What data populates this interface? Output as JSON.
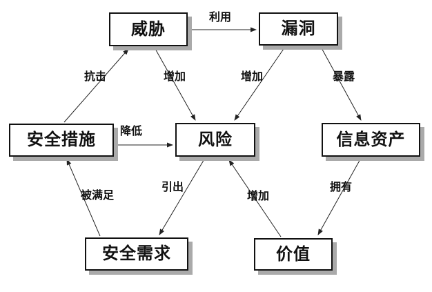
{
  "diagram": {
    "nodes": {
      "threat": {
        "label": "威胁"
      },
      "vulnerability": {
        "label": "漏洞"
      },
      "safeguard": {
        "label": "安全措施"
      },
      "risk": {
        "label": "风险"
      },
      "asset": {
        "label": "信息资产"
      },
      "requirement": {
        "label": "安全需求"
      },
      "value": {
        "label": "价值"
      }
    },
    "edges": {
      "exploit": {
        "label": "利用",
        "from": "威胁",
        "to": "漏洞"
      },
      "resist": {
        "label": "抗击",
        "from": "安全措施",
        "to": "威胁"
      },
      "increase_threat": {
        "label": "增加",
        "from": "威胁",
        "to": "风险"
      },
      "increase_vuln": {
        "label": "增加",
        "from": "漏洞",
        "to": "风险"
      },
      "expose": {
        "label": "暴露",
        "from": "漏洞",
        "to": "信息资产"
      },
      "reduce": {
        "label": "降低",
        "from": "安全措施",
        "to": "风险"
      },
      "satisfied": {
        "label": "被满足",
        "from": "安全需求",
        "to": "安全措施"
      },
      "leadto": {
        "label": "引出",
        "from": "风险",
        "to": "安全需求"
      },
      "increase_value": {
        "label": "增加",
        "from": "价值",
        "to": "风险"
      },
      "own": {
        "label": "拥有",
        "from": "信息资产",
        "to": "价值"
      }
    },
    "colors": {
      "box_border": "#111111",
      "box_fill": "#ffffff",
      "box_shadow": "#aaaaaa",
      "line": "#222222",
      "text": "#111111",
      "background": "#ffffff"
    }
  }
}
